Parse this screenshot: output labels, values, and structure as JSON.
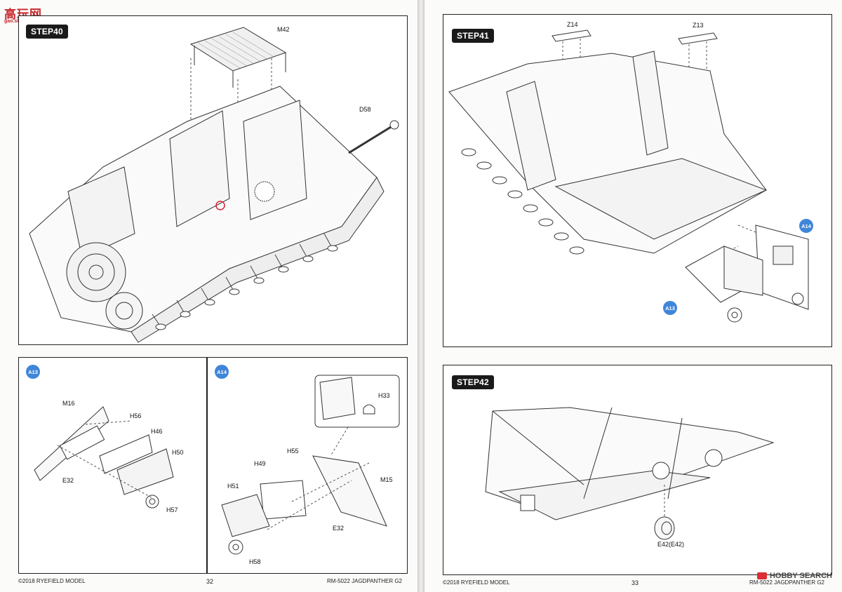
{
  "watermark_top": {
    "title": "高玩网",
    "subtitle": "gao.shou.com"
  },
  "watermark_bottom": {
    "text": "HOBBY SEARCH"
  },
  "left_page": {
    "step40": {
      "tag": "STEP40",
      "parts": {
        "m42": "M42",
        "d58": "D58"
      }
    },
    "subpanel_a13": {
      "badge": "A13",
      "parts": {
        "m16": "M16",
        "h56": "H56",
        "h46": "H46",
        "h50": "H50",
        "e32": "E32",
        "h57": "H57"
      }
    },
    "subpanel_a14": {
      "badge": "A14",
      "parts": {
        "h33": "H33",
        "h55": "H55",
        "h49": "H49",
        "m15": "M15",
        "h51": "H51",
        "e32": "E32",
        "h58": "H58"
      }
    },
    "footer": {
      "copyright": "©2018 RYEFIELD MODEL",
      "page_number": "32",
      "model": "RM-5022 JAGDPANTHER G2"
    }
  },
  "right_page": {
    "step41": {
      "tag": "STEP41",
      "parts": {
        "z14": "Z14",
        "z13": "Z13"
      },
      "badges": {
        "a14": "A14",
        "a13": "A13"
      }
    },
    "step42": {
      "tag": "STEP42",
      "parts": {
        "e42": "E42(E42)"
      }
    },
    "footer": {
      "copyright": "©2018 RYEFIELD MODEL",
      "page_number": "33",
      "model": "RM-5022 JAGDPANTHER G2"
    }
  }
}
